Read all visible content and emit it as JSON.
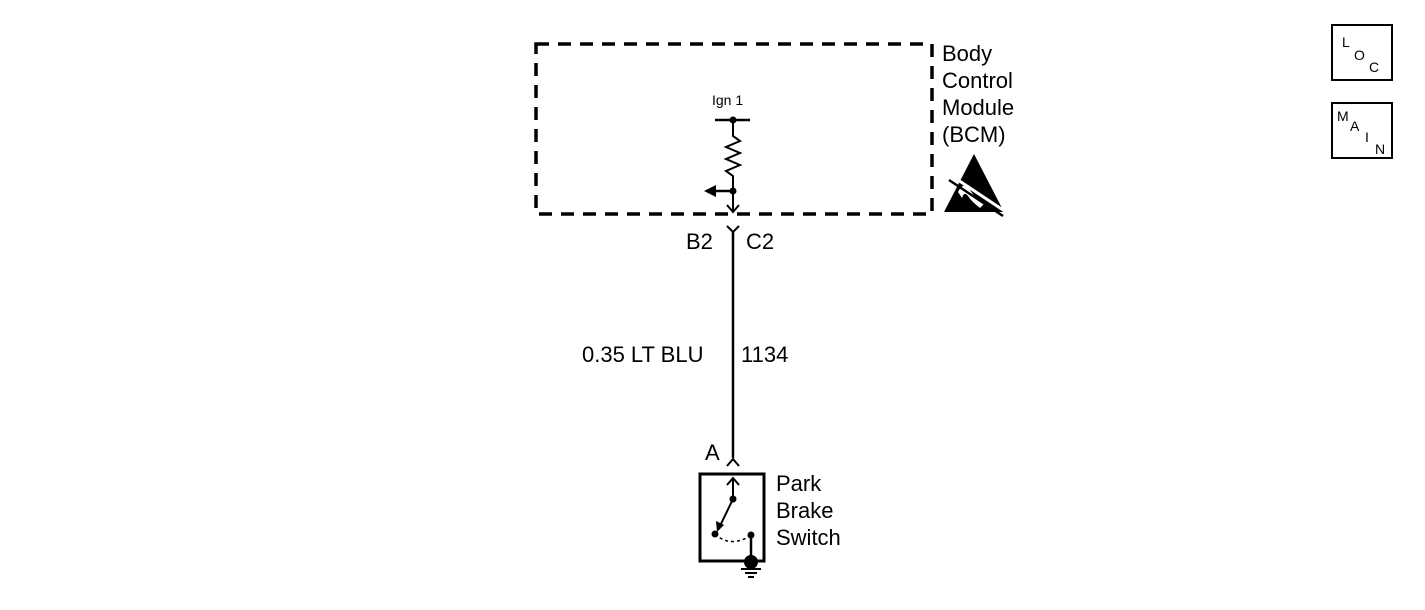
{
  "module": {
    "name_lines": [
      "Body",
      "Control",
      "Module",
      "(BCM)"
    ],
    "supply_label": "Ign 1",
    "esd_icon": "esd-sensitive-icon"
  },
  "connector": {
    "bcm_pin_left": "B2",
    "bcm_pin_right": "C2",
    "switch_pin": "A"
  },
  "wire": {
    "size_color": "0.35 LT BLU",
    "circuit": "1134"
  },
  "switch": {
    "name_lines": [
      "Park",
      "Brake",
      "Switch"
    ]
  },
  "nav": {
    "loc": {
      "letters": [
        "L",
        "O",
        "C"
      ]
    },
    "main": {
      "letters": [
        "M",
        "A",
        "I",
        "N"
      ]
    }
  }
}
